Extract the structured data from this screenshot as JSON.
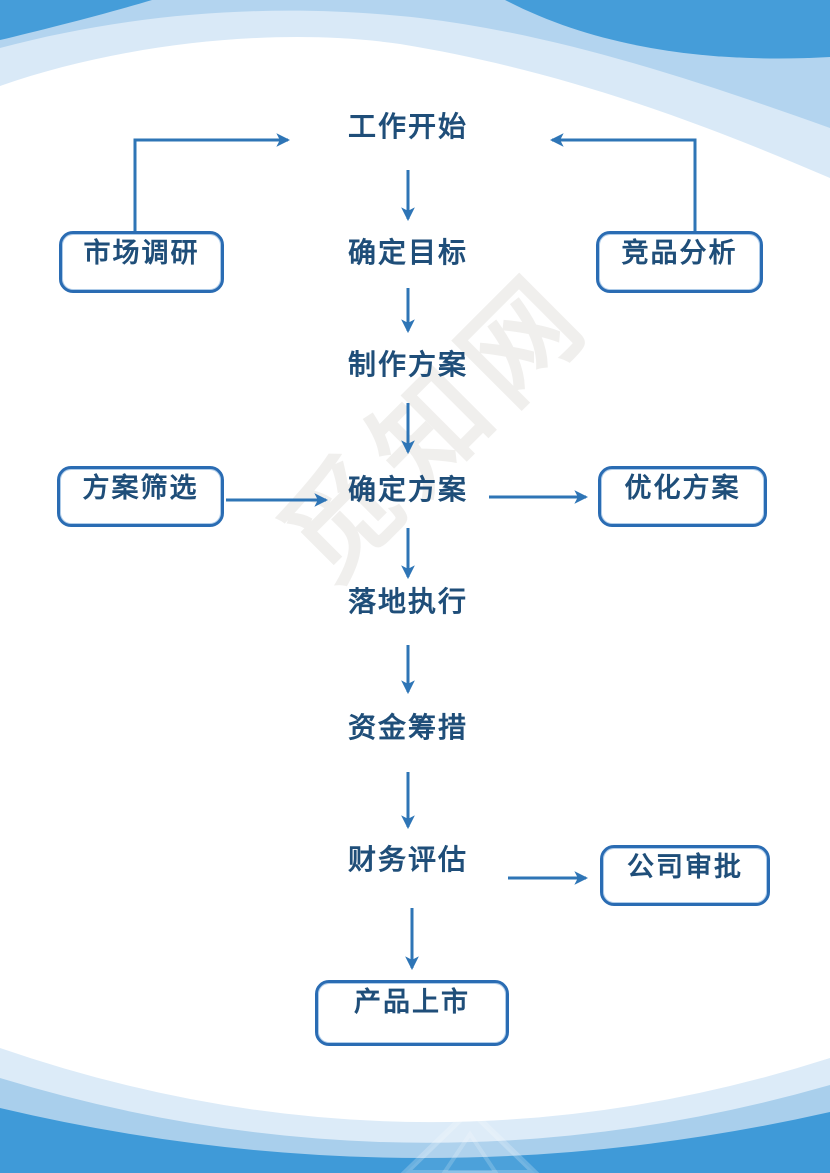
{
  "flowchart": {
    "main_nodes": [
      {
        "id": "start",
        "label": "工作开始"
      },
      {
        "id": "set-goal",
        "label": "确定目标"
      },
      {
        "id": "make-plan",
        "label": "制作方案"
      },
      {
        "id": "confirm-plan",
        "label": "确定方案"
      },
      {
        "id": "execute",
        "label": "落地执行"
      },
      {
        "id": "raise-funds",
        "label": "资金筹措"
      },
      {
        "id": "finance-eval",
        "label": "财务评估"
      },
      {
        "id": "launch",
        "label": "产品上市"
      }
    ],
    "side_nodes": [
      {
        "id": "market-research",
        "label": "市场调研"
      },
      {
        "id": "competitor-analysis",
        "label": "竞品分析"
      },
      {
        "id": "plan-screening",
        "label": "方案筛选"
      },
      {
        "id": "optimize-plan",
        "label": "优化方案"
      },
      {
        "id": "company-approval",
        "label": "公司审批"
      }
    ]
  },
  "watermark": {
    "text": "觅知网"
  },
  "colors": {
    "node_text": "#1f4e79",
    "box_border": "#2a6cb3",
    "connector": "#2e75b6",
    "wave_dark": "#459dd9",
    "wave_medium": "#b3d4ef",
    "wave_light": "#d9e9f7",
    "wave_bottom_dark": "#3f9ad8"
  }
}
